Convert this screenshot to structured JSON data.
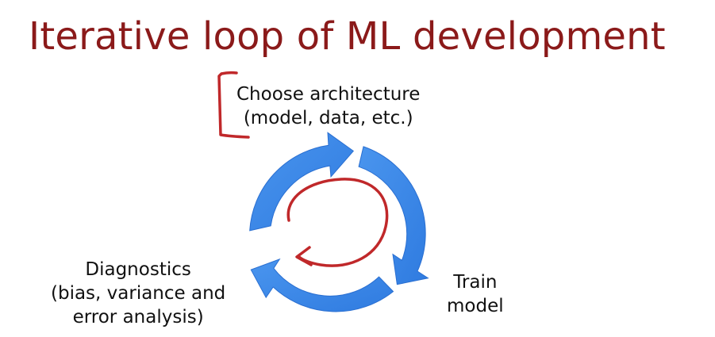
{
  "title": "Iterative loop of ML development",
  "steps": {
    "architecture": [
      "Choose architecture",
      "(model, data, etc.)"
    ],
    "train": [
      "Train",
      "model"
    ],
    "diagnostics": [
      "Diagnostics",
      "(bias, variance and",
      "error analysis)"
    ]
  },
  "colors": {
    "title": "#8b1a1a",
    "cycle_arrows": "#3a86e8",
    "annotation_ink": "#c0282a"
  },
  "icons": [
    "cycle-arrows-icon",
    "bracket-annotation",
    "loop-arrow-annotation"
  ]
}
